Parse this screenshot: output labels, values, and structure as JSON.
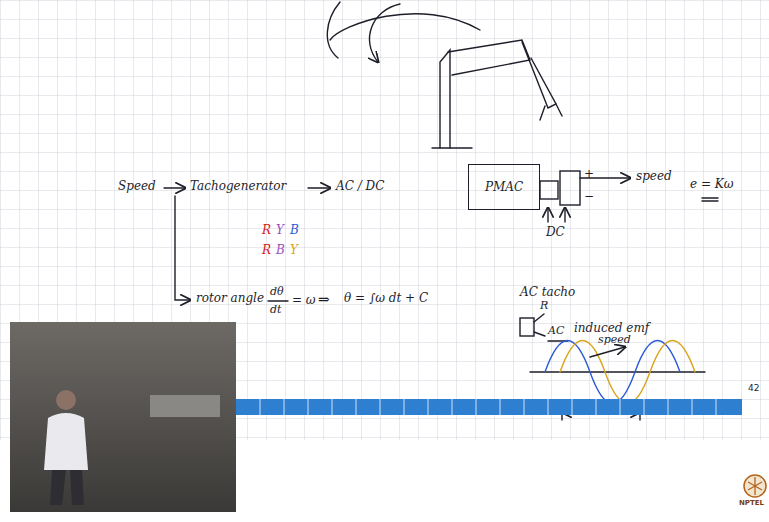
{
  "diagram": {
    "nodes": [
      {
        "text": [
          "PMAC"
        ]
      }
    ],
    "labels": [
      "Speed",
      "Tachogenerator",
      "AC / DC",
      "R",
      "Y",
      "B",
      "R",
      "B",
      "Y",
      "rotor angle",
      "dθ",
      "dt",
      "= ω",
      "⇒",
      "θ = ∫ω dt + C",
      "+",
      "−",
      "speed",
      "e = Kω",
      "DC",
      "AC tacho",
      "R",
      "AC",
      "induced emf",
      "speed",
      "42",
      "NPTEL"
    ]
  }
}
